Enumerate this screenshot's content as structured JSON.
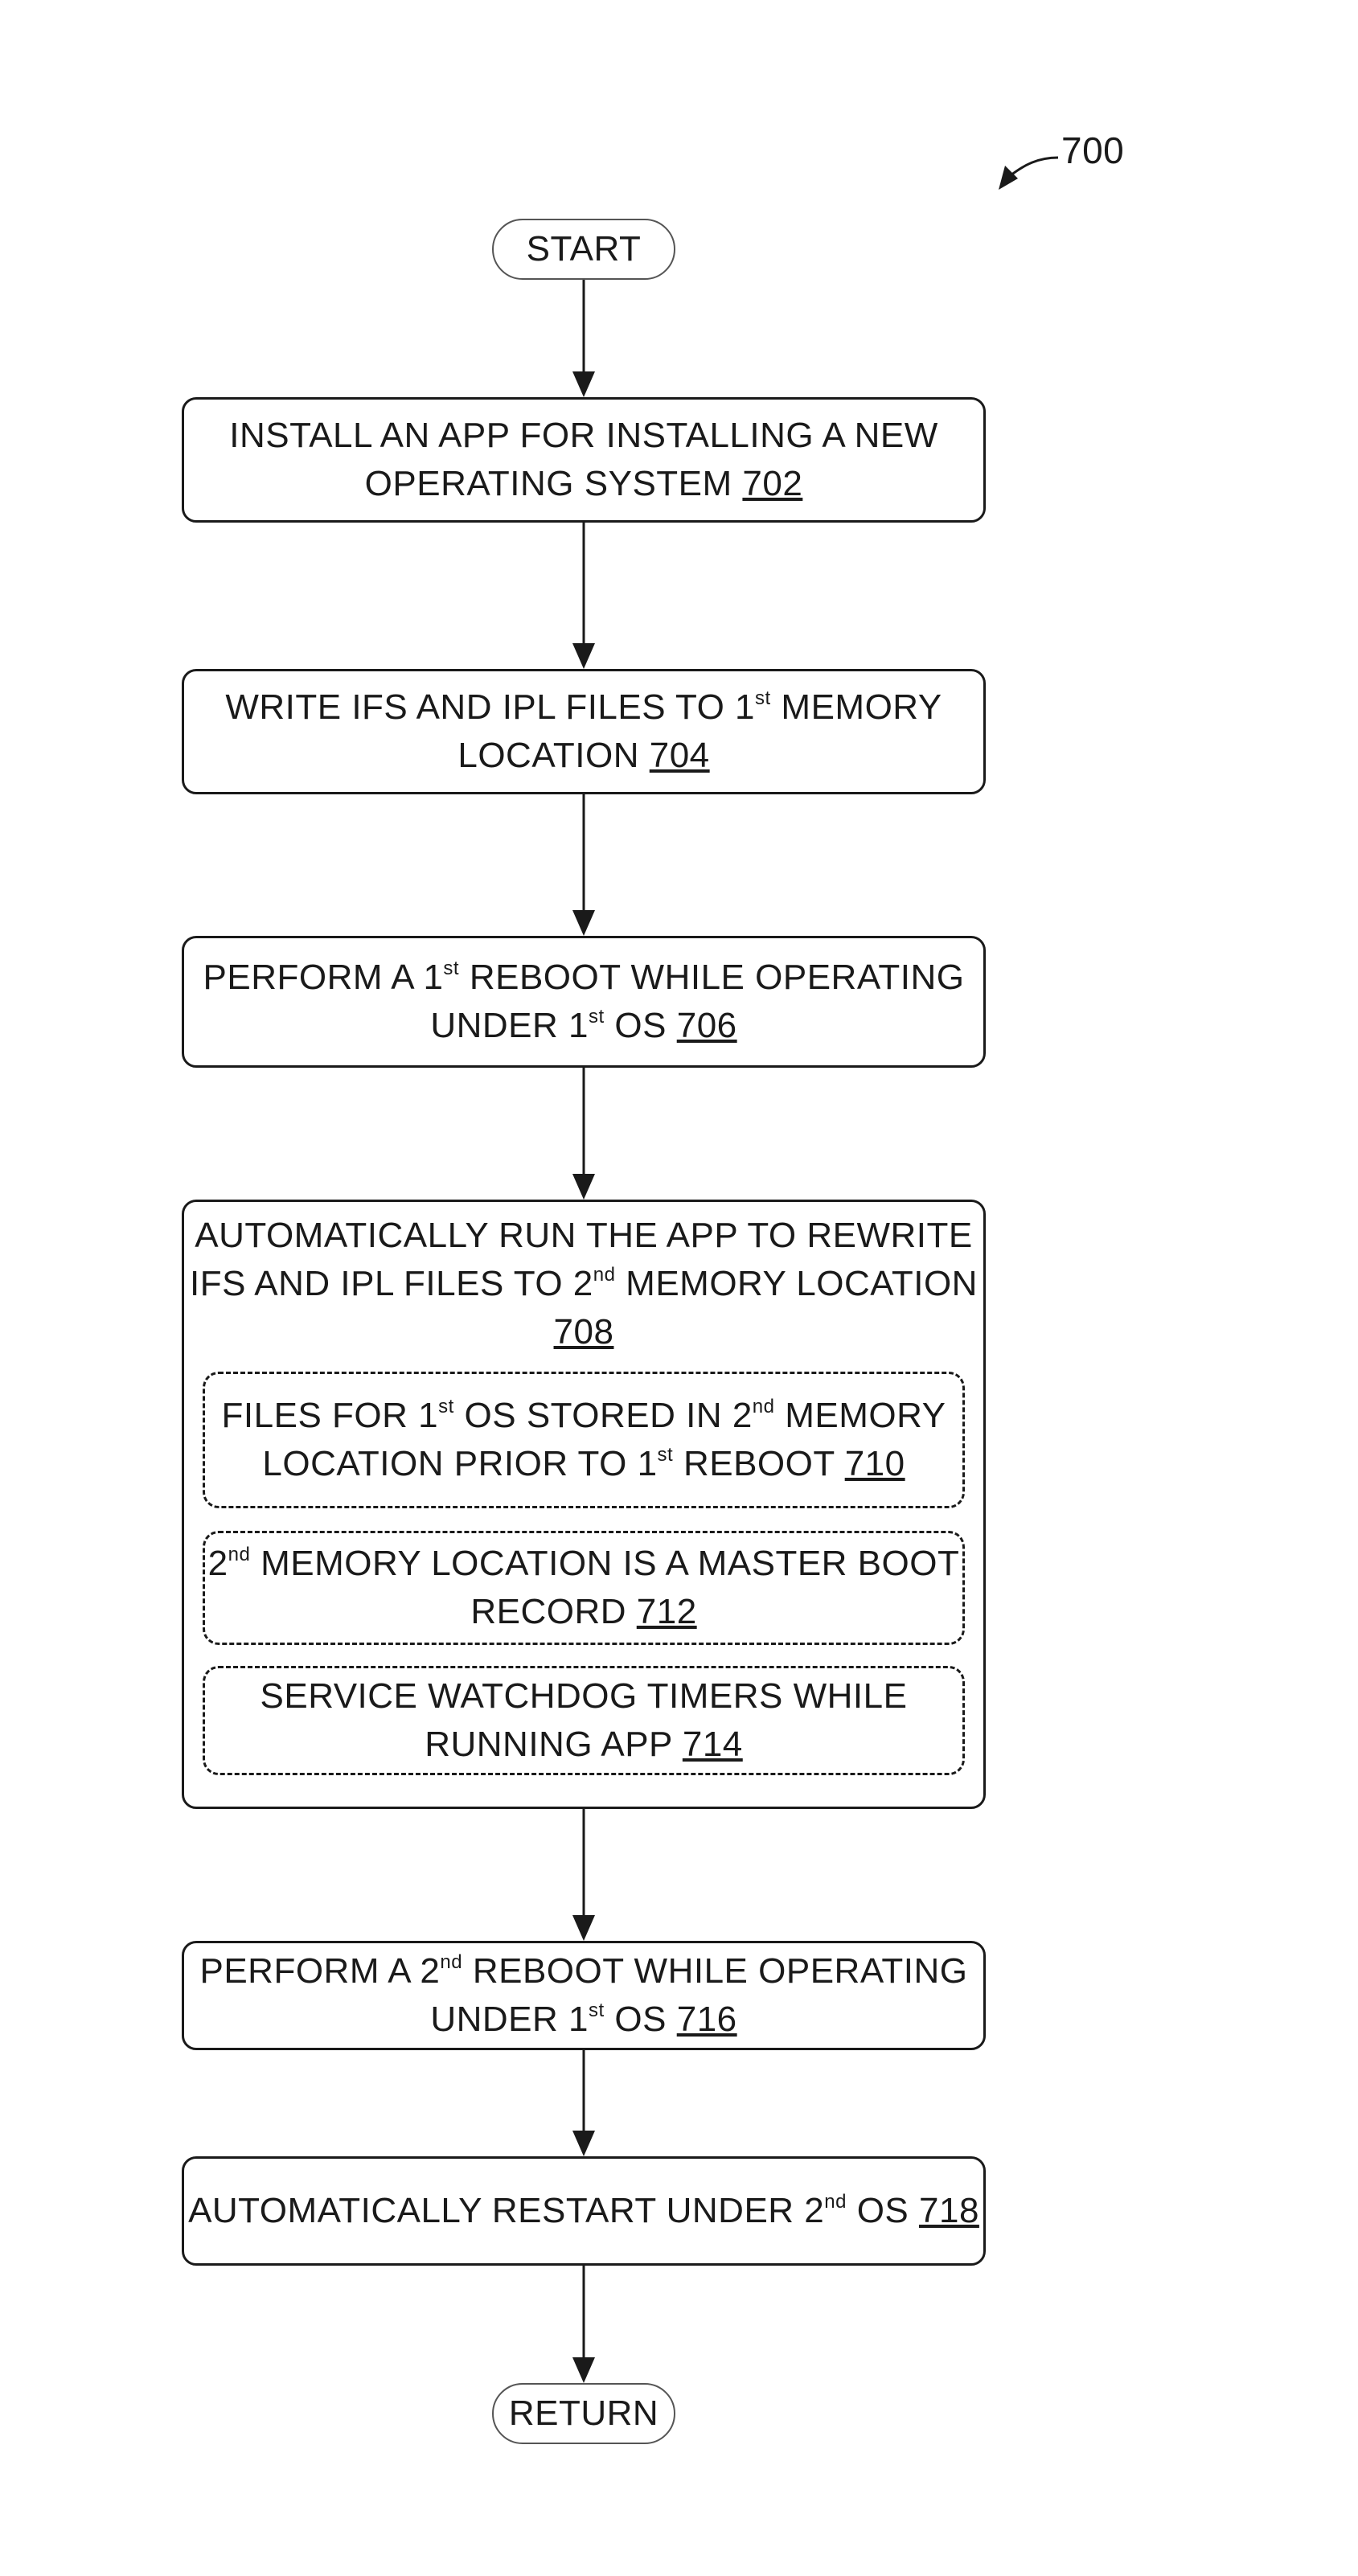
{
  "figure_ref": "700",
  "start_label": "START",
  "return_label": "RETURN",
  "steps": {
    "s702": {
      "line1": "INSTALL AN APP FOR INSTALLING A NEW",
      "line2": "OPERATING SYSTEM",
      "ref": "702"
    },
    "s704": {
      "line1_pre": "WRITE IFS AND IPL FILES TO 1",
      "line1_sup": "st",
      "line1_post": " MEMORY",
      "line2": "LOCATION",
      "ref": "704"
    },
    "s706": {
      "line1_pre": "PERFORM A 1",
      "line1_sup": "st",
      "line1_post": " REBOOT WHILE OPERATING",
      "line2_pre": "UNDER 1",
      "line2_sup": "st",
      "line2_post": " OS",
      "ref": "706"
    },
    "s708": {
      "line1": "AUTOMATICALLY RUN THE APP TO REWRITE",
      "line2_pre": "IFS AND IPL FILES TO 2",
      "line2_sup": "nd",
      "line2_post": " MEMORY LOCATION",
      "ref": "708"
    },
    "s710": {
      "line1_pre": "FILES FOR 1",
      "line1_sup": "st",
      "line1_mid": " OS STORED IN 2",
      "line1_sup2": "nd",
      "line1_post": " MEMORY",
      "line2_pre": "LOCATION PRIOR TO 1",
      "line2_sup": "st",
      "line2_post": " REBOOT",
      "ref": "710"
    },
    "s712": {
      "line1_pre": "2",
      "line1_sup": "nd",
      "line1_post": " MEMORY LOCATION IS A MASTER BOOT",
      "line2": "RECORD",
      "ref": "712"
    },
    "s714": {
      "line1": "SERVICE WATCHDOG TIMERS WHILE",
      "line2": "RUNNING APP",
      "ref": "714"
    },
    "s716": {
      "line1_pre": "PERFORM A 2",
      "line1_sup": "nd",
      "line1_post": " REBOOT WHILE OPERATING",
      "line2_pre": "UNDER 1",
      "line2_sup": "st",
      "line2_post": " OS",
      "ref": "716"
    },
    "s718": {
      "line1_pre": "AUTOMATICALLY RESTART UNDER 2",
      "line1_sup": "nd",
      "line1_post": " OS",
      "ref": "718"
    }
  }
}
